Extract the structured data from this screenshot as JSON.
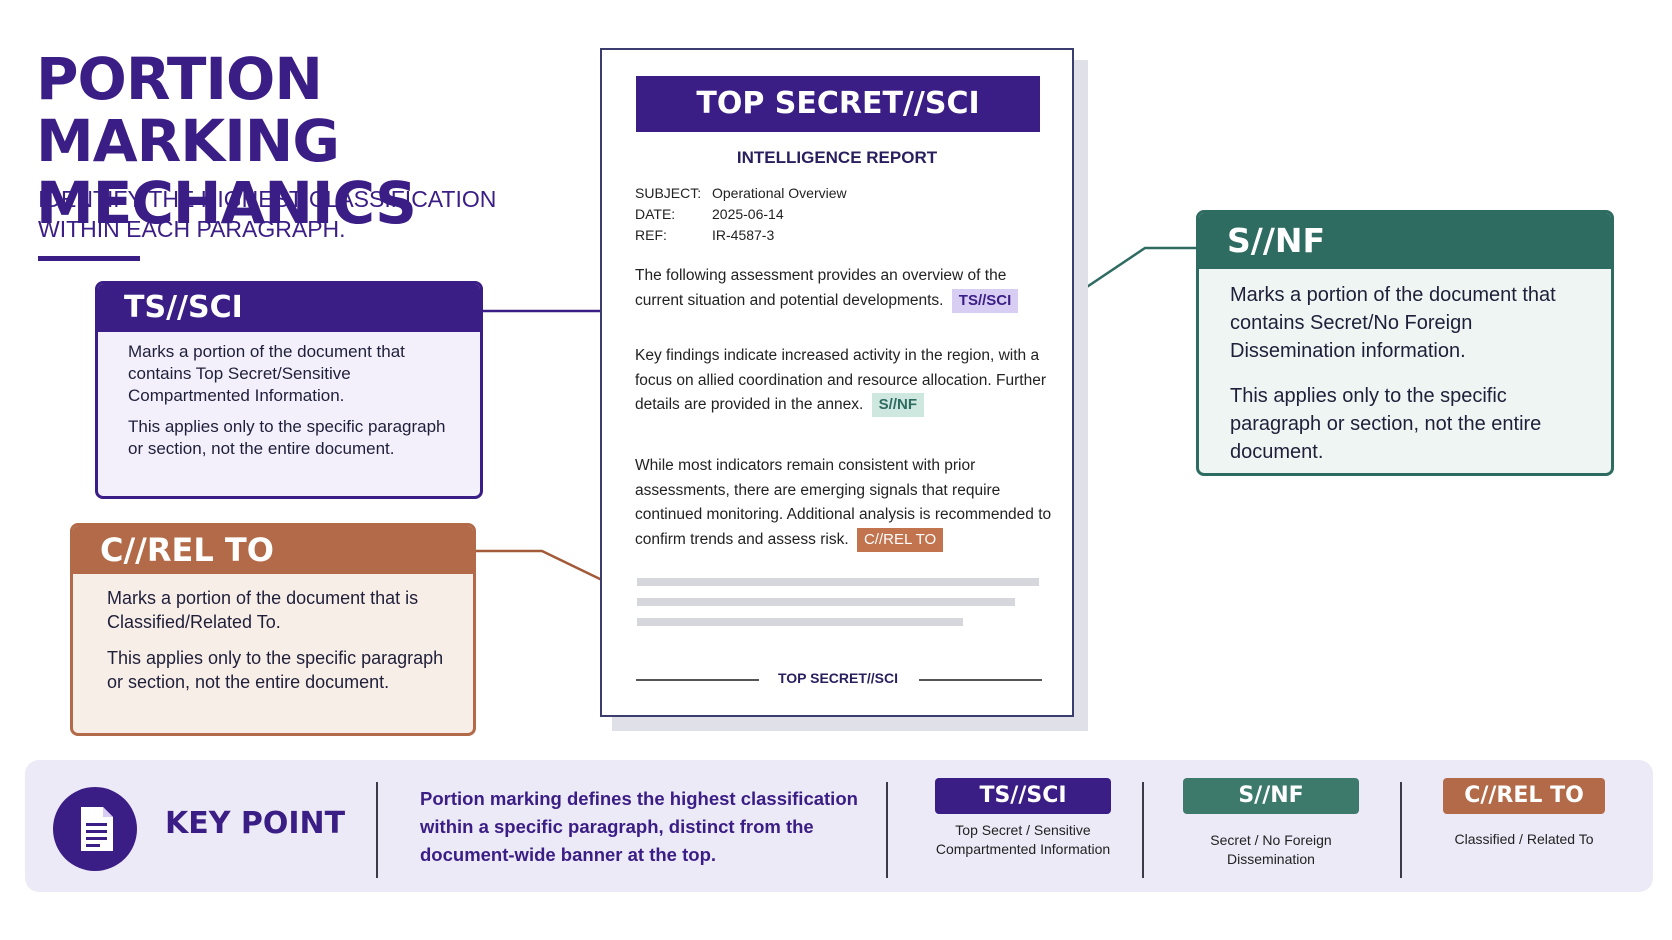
{
  "title": "PORTION MARKING MECHANICS",
  "subtitle": "IDENTIFY THE HIGHEST CLASSIFICATION WITHIN EACH PARAGRAPH.",
  "colors": {
    "ts": "#3b1d86",
    "snf": "#2e6b61",
    "c": "#b26a48"
  },
  "callouts": {
    "ts": {
      "label": "TS//SCI",
      "desc": "Marks a portion of the document that contains Top Secret/Sensitive Compartmented Information.",
      "scope": "This applies only to the specific paragraph or section, not the entire document."
    },
    "c": {
      "label": "C//REL TO",
      "desc": "Marks a portion of the document that is Classified/Related To.",
      "scope": "This applies only to the specific paragraph or section, not the entire document."
    },
    "snf": {
      "label": "S//NF",
      "desc": "Marks a portion of the document that contains Secret/No Foreign Dissemination information.",
      "scope": "This applies only to the specific paragraph or section, not the entire document."
    }
  },
  "document": {
    "banner": "TOP SECRET//SCI",
    "heading": "INTELLIGENCE REPORT",
    "meta": [
      {
        "key": "SUBJECT:",
        "value": "Operational Overview"
      },
      {
        "key": "DATE:",
        "value": "2025-06-14"
      },
      {
        "key": "REF:",
        "value": "IR-4587-3"
      }
    ],
    "paragraphs": [
      {
        "text": "The following assessment provides an overview of the current situation and potential developments.",
        "mark": "TS//SCI"
      },
      {
        "text": "Key findings indicate increased activity in the region, with a focus on allied coordination and resource allocation. Further details are provided in the annex.",
        "mark": "S//NF"
      },
      {
        "text": "While most indicators remain consistent with prior assessments, there are emerging signals that require continued monitoring. Additional analysis is recommended to confirm trends and assess risk.",
        "mark": "C//REL TO"
      }
    ],
    "footer": "TOP SECRET//SCI"
  },
  "key_point": {
    "icon": "document-icon",
    "label": "KEY POINT",
    "text": "Portion marking defines the highest classification within a specific paragraph, distinct from the document-wide banner at the top."
  },
  "legend": [
    {
      "label": "TS//SCI",
      "desc": "Top Secret / Sensitive Compartmented Information"
    },
    {
      "label": "S//NF",
      "desc": "Secret / No Foreign Dissemination"
    },
    {
      "label": "C//REL TO",
      "desc": "Classified / Related To"
    }
  ]
}
